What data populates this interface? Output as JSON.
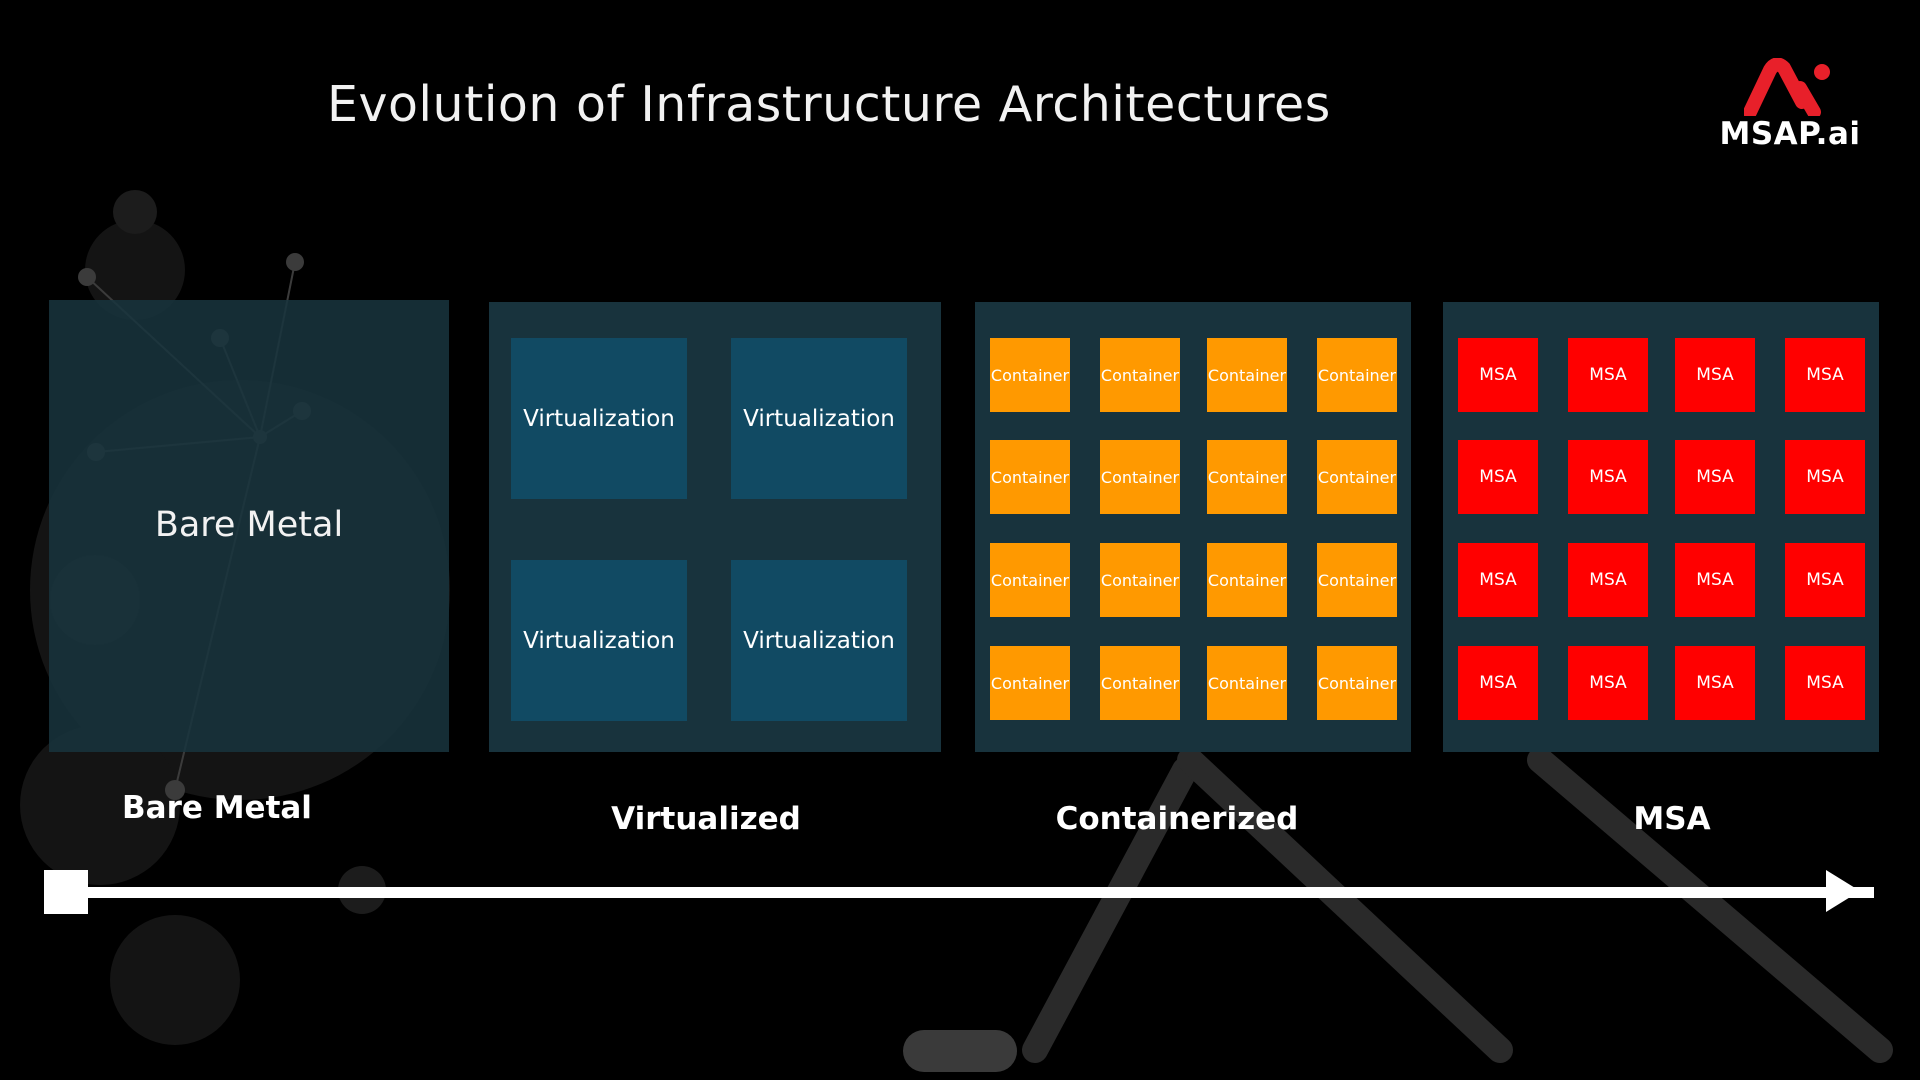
{
  "slide": {
    "title": "Evolution of Infrastructure Architectures"
  },
  "logo": {
    "text": "MSAP.ai",
    "icon": "msap-logo-icon",
    "color": "#e8202a"
  },
  "panels": {
    "bare_metal": {
      "label": "Bare Metal"
    },
    "virtualized": {
      "boxes": [
        "Virtualization",
        "Virtualization",
        "Virtualization",
        "Virtualization"
      ]
    },
    "containerized": {
      "cell_label": "Container",
      "rows": 4,
      "cols": 4,
      "color": "#ff9900"
    },
    "msa": {
      "cell_label": "MSA",
      "rows": 4,
      "cols": 4,
      "color": "#ff0000"
    }
  },
  "stages": [
    "Bare Metal",
    "Virtualized",
    "Containerized",
    "MSA"
  ],
  "colors": {
    "background": "#000000",
    "panel": "#18333d",
    "virtualization_box": "#114a63",
    "timeline": "#ffffff"
  }
}
